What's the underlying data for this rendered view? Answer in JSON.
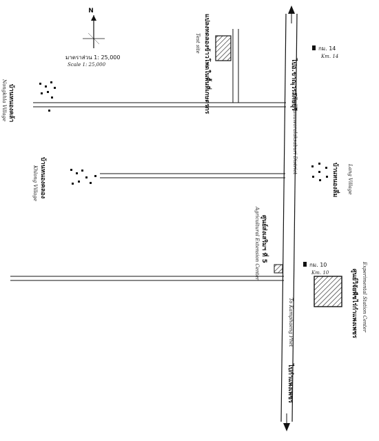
{
  "north_label": "N",
  "scale": {
    "thai": "มาตราส่วน 1: 25,000",
    "english": "Scale  1: 25,000"
  },
  "road_labels": {
    "to_khanuworalaksaburi_thai": "ไปอ.ขาณุวรลักษบุรี",
    "to_khanuworalaksaburi_en": "To Khanuworalaksaburi District",
    "to_kamphaeng_phet_thai": "ไปกำแพงเพชร",
    "to_kamphaeng_phet_en": "To Kamphaeng Phet"
  },
  "km_markers": [
    {
      "thai": "กม. 14",
      "english": "Km. 14"
    },
    {
      "thai": "กม. 10",
      "english": "Km. 10"
    }
  ],
  "landmarks": {
    "test_site": {
      "thai": "แปลงทดลองข้าวโพดในพื้นที่เกษตรกร",
      "english": "Test site"
    },
    "nong_khla_village": {
      "thai": "บ้านหนองคล้า",
      "english": "Nongkhla Village"
    },
    "khlong_village": {
      "thai": "บ้านหนองคลอง",
      "english": "Khlong Village"
    },
    "lang_village": {
      "thai": "บ้านหนองลึ่ม",
      "english": "Lang Village"
    },
    "extension_center": {
      "thai": "ศูนย์ส่งเสริมฯ ที่ 5",
      "english": "Agricultural Extension Center"
    },
    "experimental_center": {
      "thai": "ศูนย์วิจัยพืชไร่กำแพงเพชร",
      "english": "Experimental Station Center"
    }
  },
  "colors": {
    "ink": "#111111",
    "paper": "#ffffff"
  }
}
